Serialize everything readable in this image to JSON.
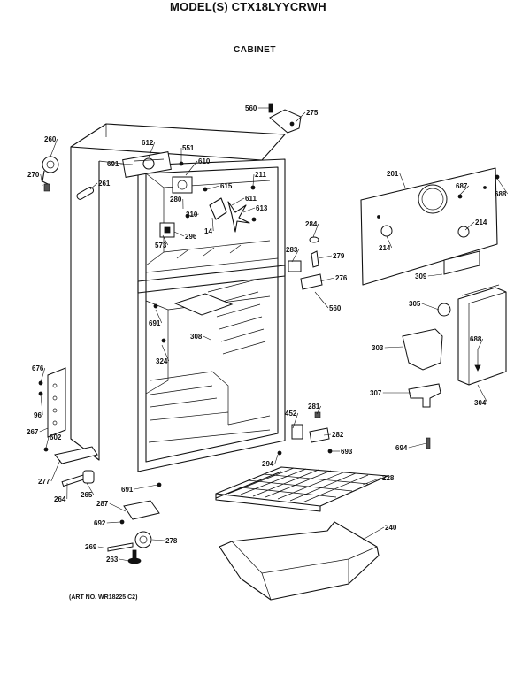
{
  "header": {
    "model_title": "MODEL(S) CTX18LYYCRWH",
    "section_title": "CABINET"
  },
  "footer": {
    "art_number": "(ART NO. WR18225 C2)"
  },
  "callouts": [
    "560",
    "275",
    "260",
    "612",
    "551",
    "610",
    "691",
    "270",
    "261",
    "211",
    "201",
    "687",
    "688",
    "615",
    "280",
    "611",
    "210",
    "613",
    "214",
    "214",
    "573",
    "296",
    "14",
    "284",
    "283",
    "279",
    "276",
    "560",
    "309",
    "305",
    "688",
    "691",
    "308",
    "324",
    "303",
    "676",
    "96",
    "267",
    "452",
    "281",
    "282",
    "693",
    "694",
    "307",
    "304",
    "602",
    "277",
    "264",
    "265",
    "294",
    "691",
    "228",
    "287",
    "692",
    "278",
    "269",
    "263",
    "240"
  ],
  "colors": {
    "ink": "#111111",
    "paper": "#ffffff"
  }
}
